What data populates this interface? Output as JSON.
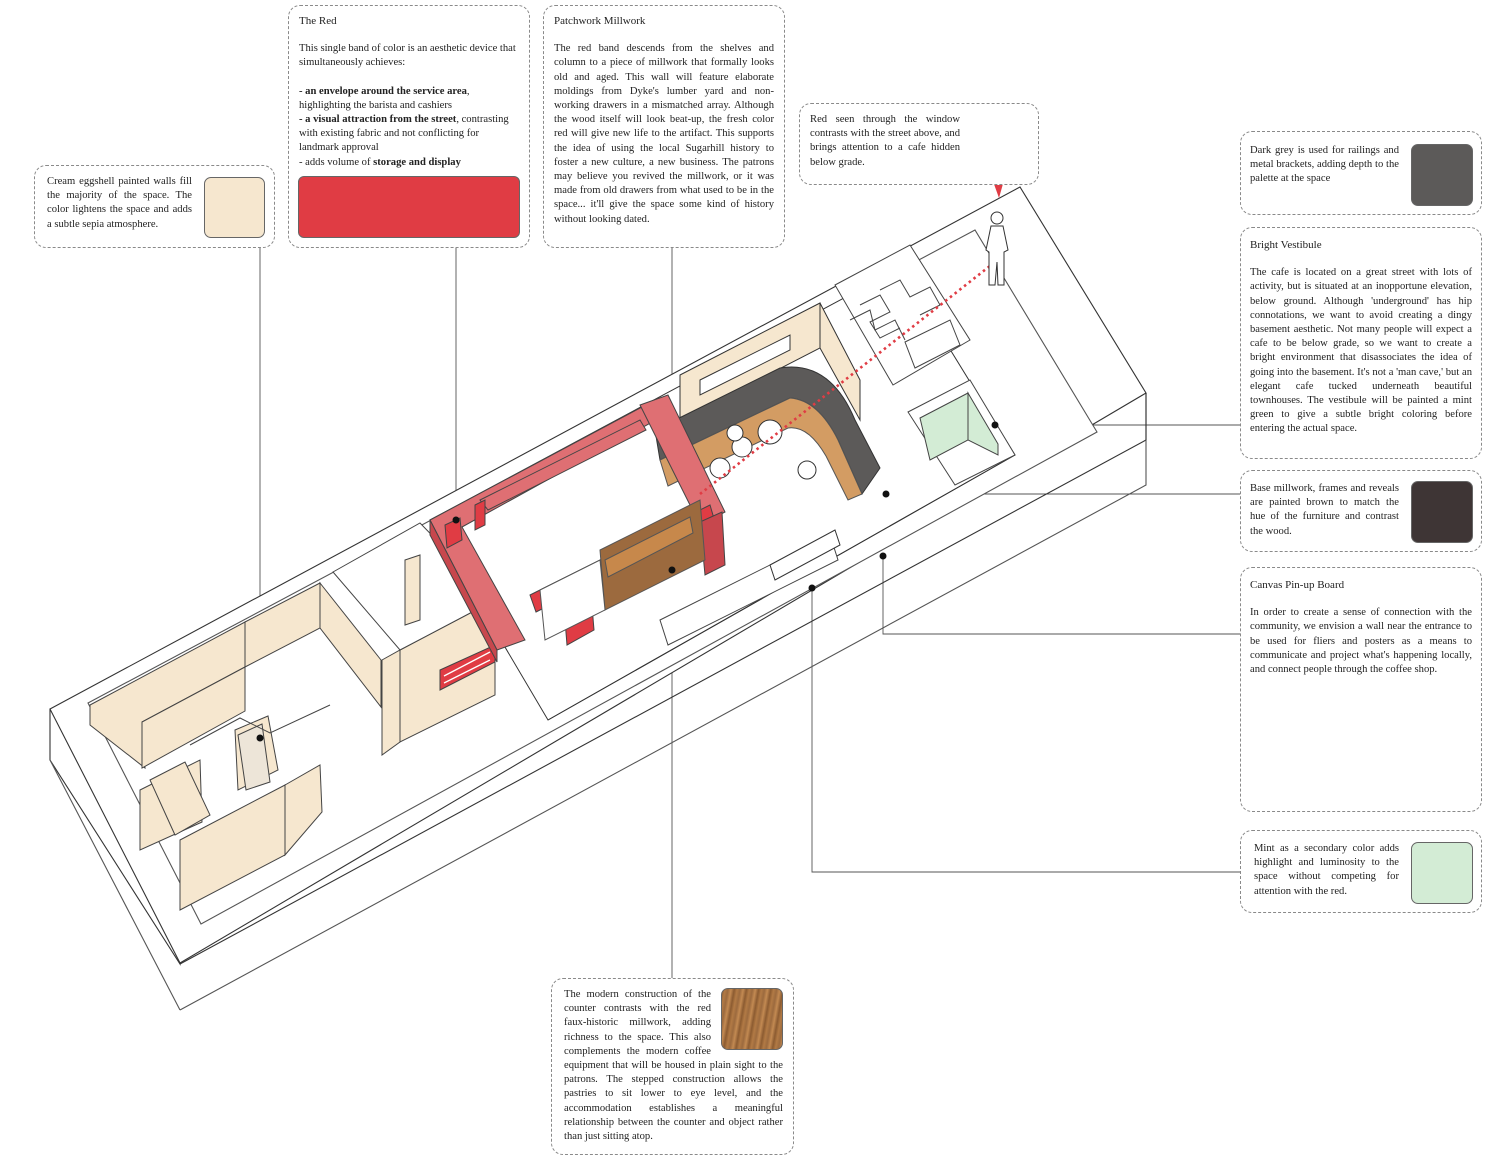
{
  "colors": {
    "red": "#e03c44",
    "cream": "#f6e7cf",
    "dark_grey": "#5c5a59",
    "brown": "#3e3535",
    "mint": "#d3ecd5",
    "wood": "#9c6a3e",
    "wood_light": "#d39c63",
    "red_shelf": "#df6f73"
  },
  "icons": {
    "alert": "exclamation-icon"
  },
  "notes": {
    "red": {
      "title": "The Red",
      "intro": "This single band of color is an aesthetic device that simultaneously achieves:",
      "item1_bold": "- an envelope around the service area",
      "item1_rest": ", highlighting the barista and cashiers",
      "item2_bold": "- a visual attraction from the street",
      "item2_rest": ", contrasting with existing fabric and not conflicting for landmark approval",
      "item3_pre": "- adds volume of ",
      "item3_bold": "storage and display"
    },
    "patchwork": {
      "title": "Patchwork Millwork",
      "body": "The red band descends from the shelves and column to a piece of millwork that formally looks old and aged. This wall will feature elaborate moldings from Dyke's lumber yard and non-working drawers in a mismatched array. Although the wood itself will look beat-up, the fresh color red will give new life to the artifact. This supports the idea of using the local Sugarhill history to foster a new culture, a new business. The patrons may believe you revived the millwork, or it was made from old drawers from what used to be in the space... it'll give the space some kind of history without looking dated."
    },
    "window": {
      "body": "Red seen through the window contrasts with the street above, and brings attention to a cafe hidden below grade."
    },
    "cream": {
      "body": "Cream eggshell painted walls fill the majority of the space. The color lightens the space and adds a subtle sepia atmosphere."
    },
    "dark_grey": {
      "body": "Dark grey is used for railings and metal brackets, adding depth to the palette at the space"
    },
    "vestibule": {
      "title": "Bright Vestibule",
      "body": "The cafe is located on a great street with lots of activity, but is situated at an inopportune elevation, below ground. Although 'underground' has hip connotations, we want to avoid creating a dingy basement aesthetic. Not many people will expect a cafe to be below grade, so we want to create a bright environment that disassociates the idea of going into the basement. It's not a 'man cave,' but an elegant cafe tucked underneath beautiful townhouses. The vestibule will be painted a mint green to give a subtle bright coloring before entering the actual space."
    },
    "brown": {
      "body": "Base millwork, frames and reveals are painted brown to match the hue of the furniture and contrast the wood."
    },
    "canvas": {
      "title": "Canvas Pin-up Board",
      "body": "In order to create a sense of connection with the community, we envision a wall near the entrance to be used for fliers and posters as a means to communicate and project what's happening locally, and connect people through the coffee shop."
    },
    "mint": {
      "body": "Mint as a secondary color adds highlight and luminosity to the space without competing for attention with the red."
    },
    "counter": {
      "body": "The modern construction of the counter contrasts with the red faux-historic millwork, adding richness to the space. This also complements the modern coffee equipment that will be housed in plain sight to the patrons. The stepped construction allows the pastries to sit lower to eye level, and the accommodation establishes a meaningful relationship between the counter and object rather than just sitting atop."
    }
  }
}
